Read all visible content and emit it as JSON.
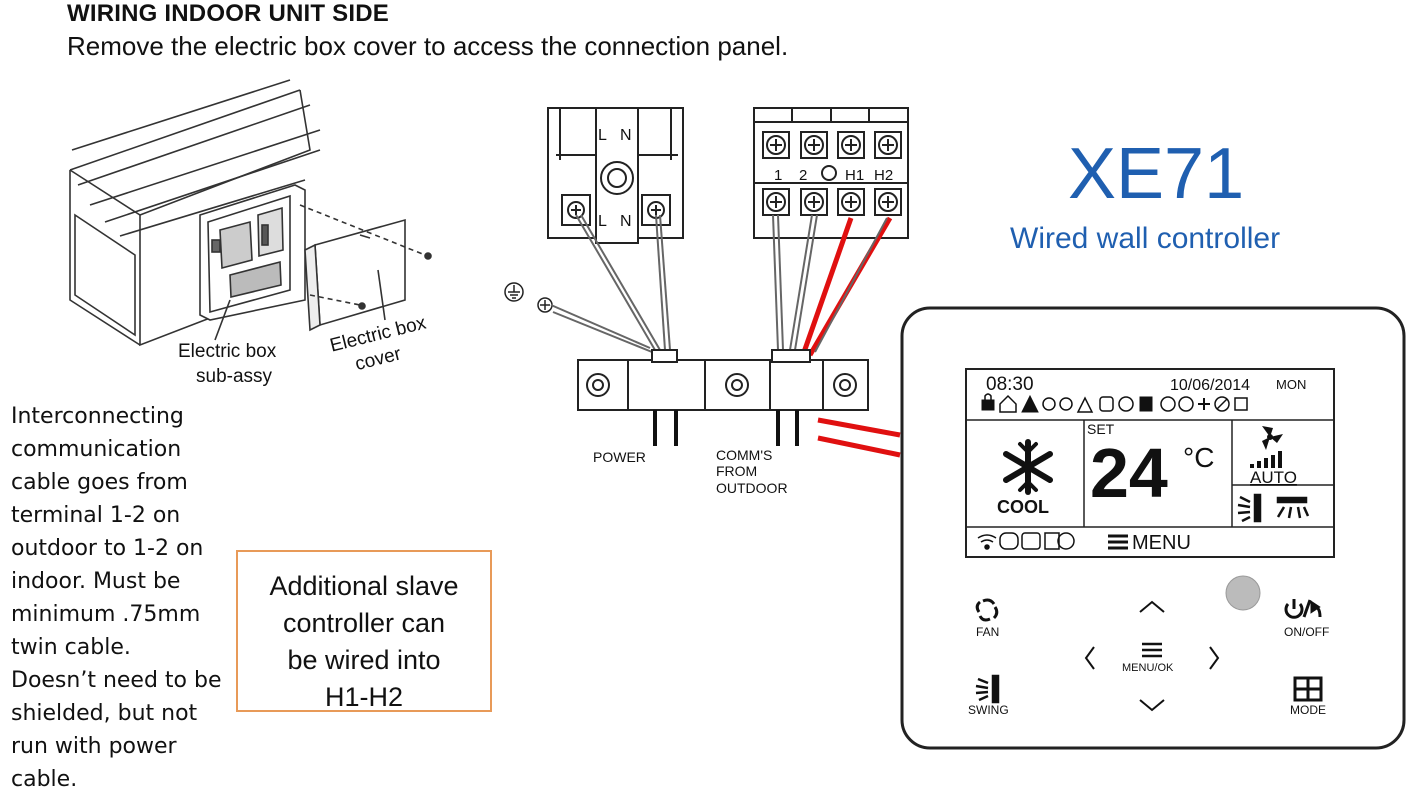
{
  "header": {
    "title": "WIRING INDOOR UNIT SIDE",
    "subtitle": "Remove the electric box cover to access the connection panel."
  },
  "indoor_unit": {
    "label_box": [
      "Electric box",
      "sub-assy"
    ],
    "label_cover": [
      "Electric box",
      "cover"
    ]
  },
  "terminals": {
    "power_block_labels": [
      "L",
      "N",
      "L",
      "N"
    ],
    "comm_block_labels": [
      "1",
      "2",
      "H1",
      "H2"
    ],
    "power_label": "POWER",
    "comm_label": [
      "COMM'S",
      "FROM",
      "OUTDOOR"
    ],
    "earth_symbol": "⏚",
    "wire_colors": {
      "signal": "#e01010",
      "neutral": "#555555"
    }
  },
  "controller": {
    "model": "XE71",
    "subtitle": "Wired wall controller",
    "lcd": {
      "time": "08:30",
      "date": "10/06/2014",
      "day": "MON",
      "set_label": "SET",
      "temperature": "24",
      "unit": "°C",
      "mode_label": "COOL",
      "fan_label": "AUTO",
      "menu_label": "MENU"
    },
    "buttons": {
      "fan": "FAN",
      "on_off": "ON/OFF",
      "menu_ok": "MENU/OK",
      "swing": "SWING",
      "mode": "MODE"
    }
  },
  "note": {
    "lines": [
      "Interconnecting",
      "communication",
      "cable goes from",
      "terminal 1-2 on",
      "outdoor to 1-2 on",
      "indoor. Must be",
      "minimum .75mm",
      "twin cable.",
      "Doesn’t need to be",
      "shielded, but not",
      "run with power",
      "cable."
    ]
  },
  "slave_note": {
    "lines": [
      "Additional slave",
      "controller can",
      "be wired into",
      "H1-H2"
    ]
  }
}
